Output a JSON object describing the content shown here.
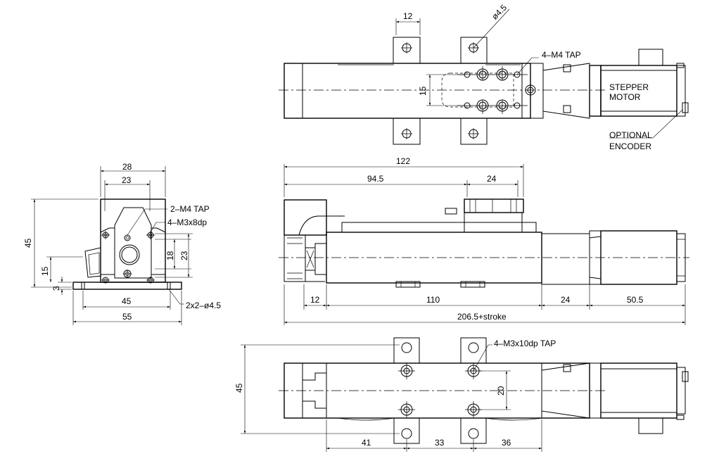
{
  "top_view": {
    "dims": {
      "tab_width": "12",
      "hole_dia": "ø4.5",
      "tap_spacing": "15"
    },
    "labels": {
      "tap": "4–M4 TAP",
      "motor_line1": "STEPPER",
      "motor_line2": "MOTOR",
      "encoder_line1": "OPTIONAL",
      "encoder_line2": "ENCODER"
    }
  },
  "end_view": {
    "dims": {
      "width_28": "28",
      "width_23": "23",
      "height_45": "45",
      "hole_18": "18",
      "hole_23": "23",
      "height_15": "15",
      "base_3": "3",
      "hole_span_45": "45",
      "base_55": "55"
    },
    "labels": {
      "tap": "2–M4 TAP",
      "m3": "4–M3x8dp",
      "mount": "2x2–ø4.5"
    }
  },
  "side_view": {
    "dims": {
      "overall_122": "122",
      "d_94_5": "94.5",
      "d_24_top": "24",
      "d_12": "12",
      "d_110": "110",
      "d_24_bottom": "24",
      "d_50_5": "50.5",
      "total": "206.5+stroke"
    }
  },
  "bottom_view": {
    "dims": {
      "height_45": "45",
      "spacing_20": "20",
      "d_41": "41",
      "d_33": "33",
      "d_36": "36"
    },
    "labels": {
      "tap": "4–M3x10dp TAP"
    }
  }
}
